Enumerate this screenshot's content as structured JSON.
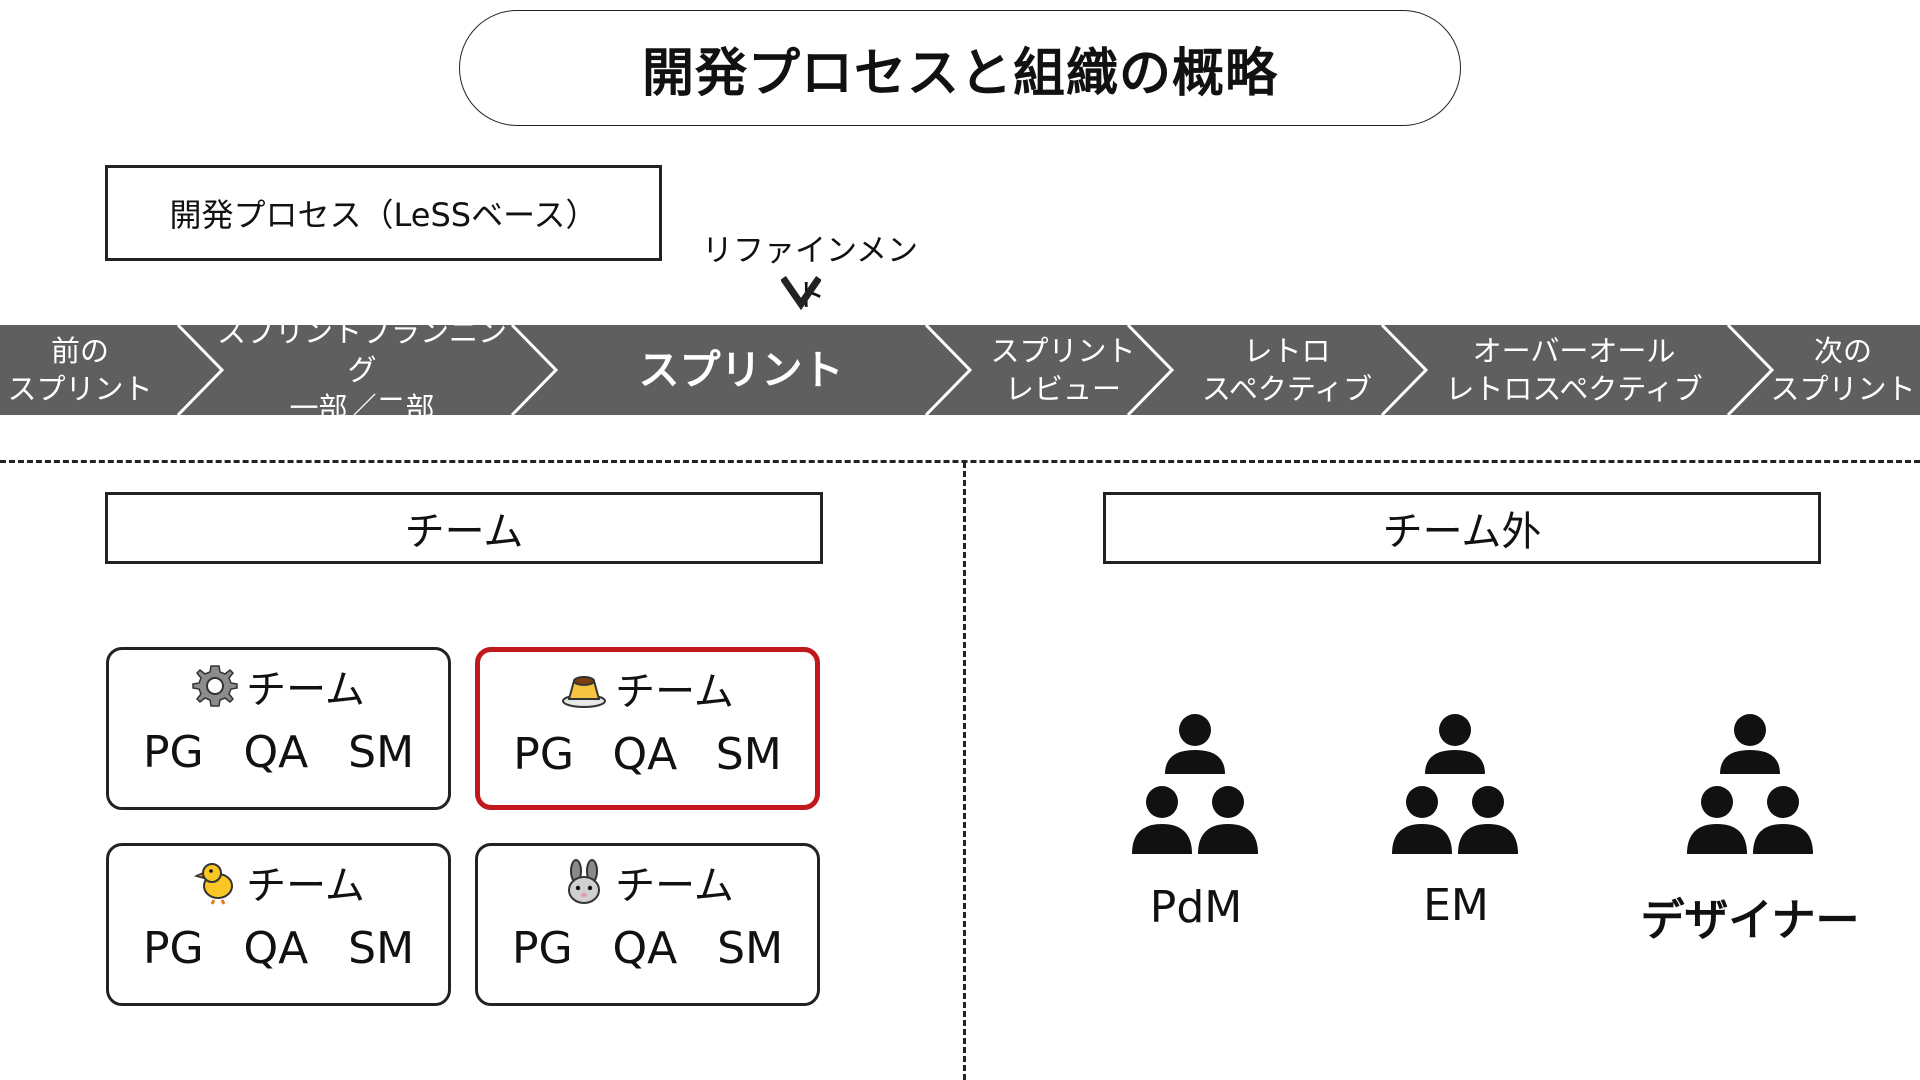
{
  "title": "開発プロセスと組織の概略",
  "process": {
    "label": "開発プロセス（LeSSベース）",
    "refinement_label": "リファインメント",
    "steps": [
      {
        "label": "前の\nスプリント"
      },
      {
        "label": "スプリントプランニング\n一部／二部"
      },
      {
        "label": "スプリント"
      },
      {
        "label": "スプリント\nレビュー"
      },
      {
        "label": "レトロ\nスペクティブ"
      },
      {
        "label": "オーバーオール\nレトロスペクティブ"
      },
      {
        "label": "次の\nスプリント"
      }
    ]
  },
  "team_section": {
    "header": "チーム",
    "teams": [
      {
        "icon": "gear-icon",
        "name": "チーム",
        "roles": [
          "PG",
          "QA",
          "SM"
        ],
        "highlighted": false
      },
      {
        "icon": "pudding-icon",
        "name": "チーム",
        "roles": [
          "PG",
          "QA",
          "SM"
        ],
        "highlighted": true
      },
      {
        "icon": "chick-icon",
        "name": "チーム",
        "roles": [
          "PG",
          "QA",
          "SM"
        ],
        "highlighted": false
      },
      {
        "icon": "rabbit-icon",
        "name": "チーム",
        "roles": [
          "PG",
          "QA",
          "SM"
        ],
        "highlighted": false
      }
    ]
  },
  "outside_section": {
    "header": "チーム外",
    "roles": [
      {
        "icon": "people-group-icon",
        "label": "PdM"
      },
      {
        "icon": "people-group-icon",
        "label": "EM"
      },
      {
        "icon": "people-group-icon",
        "label": "デザイナー"
      }
    ]
  },
  "colors": {
    "process_bar": "#5f5f5f",
    "highlight": "#c0181c",
    "icon_dark": "#111111"
  }
}
